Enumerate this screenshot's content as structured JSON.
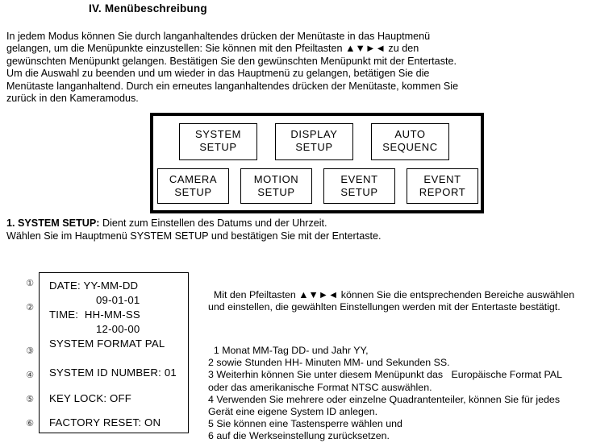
{
  "document": {
    "title": "IV. Menübeschreibung",
    "intro": "In jedem Modus können Sie durch langanhaltendes drücken der Menütaste in das Hauptmenü\ngelangen, um die Menüpunkte einzustellen: Sie können mit den Pfeiltasten ▲▼►◄ zu den\ngewünschten Menüpunkt gelangen. Bestätigen Sie den gewünschten Menüpunkt mit der Entertaste.\nUm die Auswahl zu beenden und um wieder in das Hauptmenü zu gelangen, betätigen Sie die\nMenütaste langanhaltend. Durch ein erneutes langanhaltendes drücken der Menütaste, kommen Sie\nzurück in den Kameramodus."
  },
  "main_menu": {
    "rows": [
      [
        {
          "line1": "SYSTEM",
          "line2": "SETUP"
        },
        {
          "line1": "DISPLAY",
          "line2": "SETUP"
        },
        {
          "line1": "AUTO",
          "line2": "SEQUENC"
        }
      ],
      [
        {
          "line1": "CAMERA",
          "line2": "SETUP"
        },
        {
          "line1": "MOTION",
          "line2": "SETUP"
        },
        {
          "line1": "EVENT",
          "line2": "SETUP"
        },
        {
          "line1": "EVENT",
          "line2": "REPORT"
        }
      ]
    ]
  },
  "section": {
    "number_label": "1. SYSTEM SETUP:",
    "line1_rest": " Dient zum Einstellen des Datums und der Uhrzeit.",
    "line2": "Wählen Sie im Hauptmenü SYSTEM SETUP und bestätigen Sie mit der Entertaste."
  },
  "osd": {
    "markers": [
      "①",
      "②",
      "③",
      "④",
      "⑤",
      "⑥"
    ],
    "lines": [
      "DATE: YY-MM-DD",
      "09-01-01",
      "TIME:  HH-MM-SS",
      "12-00-00",
      "SYSTEM FORMAT PAL",
      "SYSTEM ID NUMBER: 01",
      "KEY LOCK: OFF",
      "FACTORY RESET: ON"
    ]
  },
  "explanation": {
    "paragraph": "Mit den Pfeiltasten ▲▼►◄ können Sie die entsprechenden Bereiche auswählen\nund einstellen, die gewählten Einstellungen werden mit der Entertaste bestätigt.",
    "items": "1 Monat MM-Tag DD- und Jahr YY,\n2 sowie Stunden HH- Minuten MM- und Sekunden SS.\n3 Weiterhin können Sie unter diesem Menüpunkt das   Europäische Format PAL\noder das amerikanische Format NTSC auswählen.\n4 Verwenden Sie mehrere oder einzelne Quadrantenteiler, können Sie für jedes\nGerät eine eigene System ID anlegen.\n5 Sie können eine Tastensperre wählen und\n6 auf die Werkseinstellung zurücksetzen."
  },
  "colors": {
    "ink": "#000000",
    "paper": "#ffffff"
  }
}
